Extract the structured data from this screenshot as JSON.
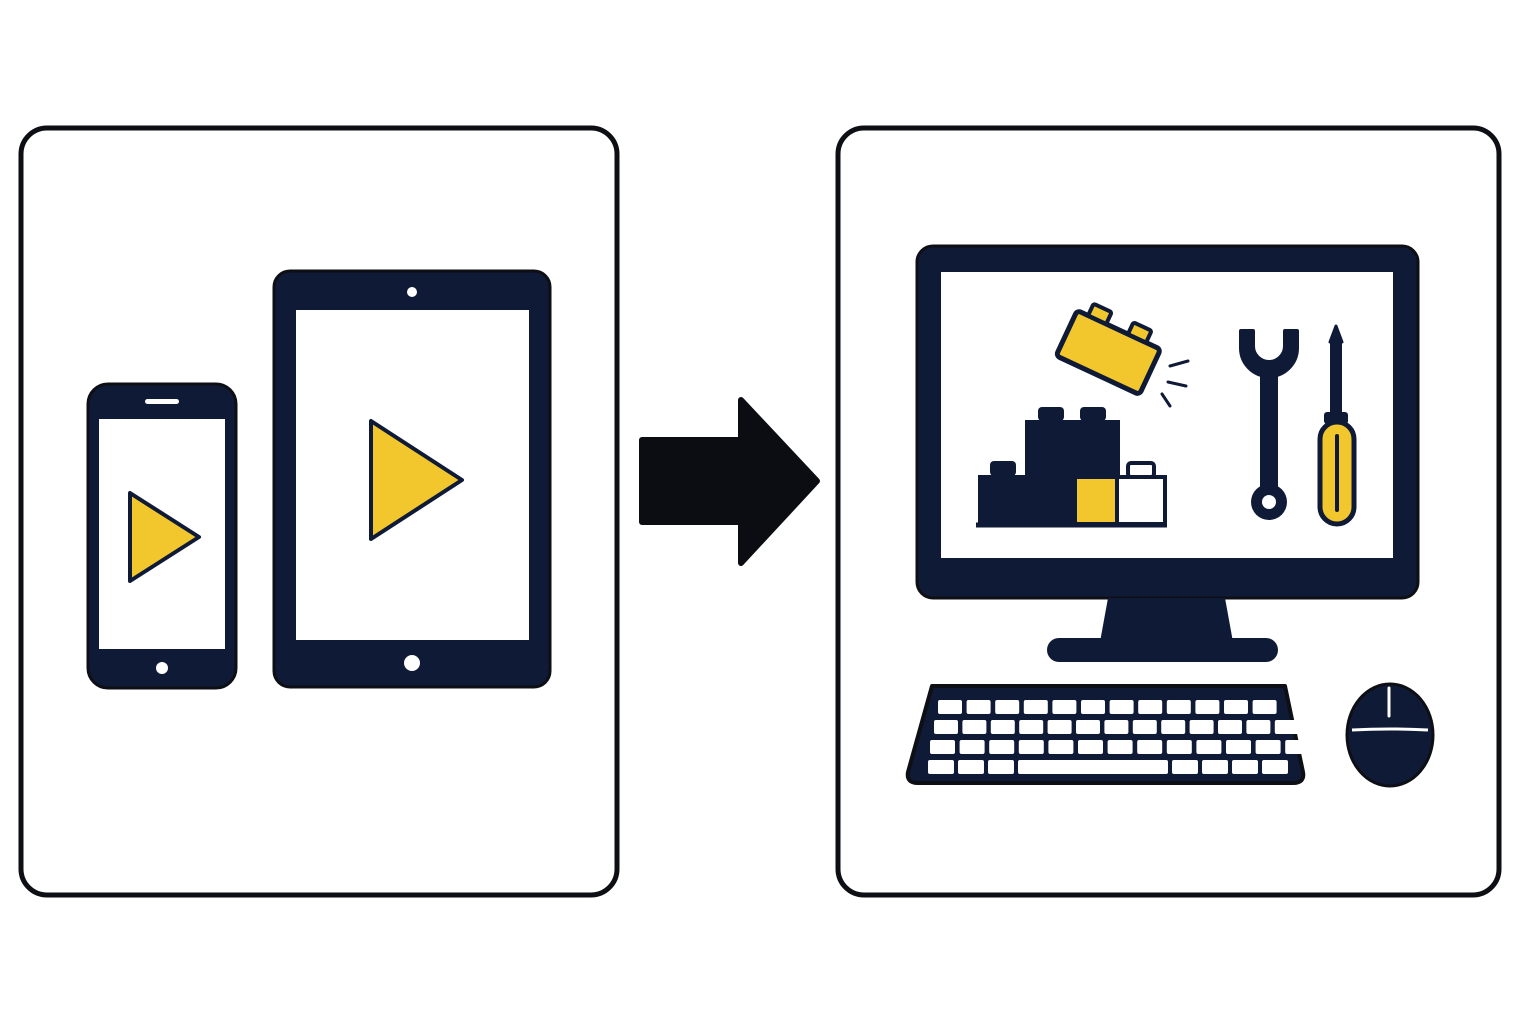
{
  "colors": {
    "background": "#ffffff",
    "outline": "#0d0f14",
    "device_navy": "#0f1a36",
    "accent_yellow": "#f2c72e",
    "screen_white": "#ffffff",
    "arrow": "#0b0d12"
  },
  "left_panel": {
    "items": [
      {
        "name": "smartphone",
        "icon": "smartphone-icon",
        "content_icon": "play-icon"
      },
      {
        "name": "tablet",
        "icon": "tablet-icon",
        "content_icon": "play-icon"
      }
    ]
  },
  "arrow": {
    "icon": "arrow-right-icon",
    "direction": "right"
  },
  "right_panel": {
    "items": [
      {
        "name": "desktop-monitor",
        "icon": "monitor-icon"
      },
      {
        "name": "building-blocks",
        "icon": "building-blocks-icon"
      },
      {
        "name": "wrench",
        "icon": "wrench-icon"
      },
      {
        "name": "screwdriver",
        "icon": "screwdriver-icon"
      },
      {
        "name": "keyboard",
        "icon": "keyboard-icon"
      },
      {
        "name": "mouse",
        "icon": "mouse-icon"
      }
    ]
  }
}
